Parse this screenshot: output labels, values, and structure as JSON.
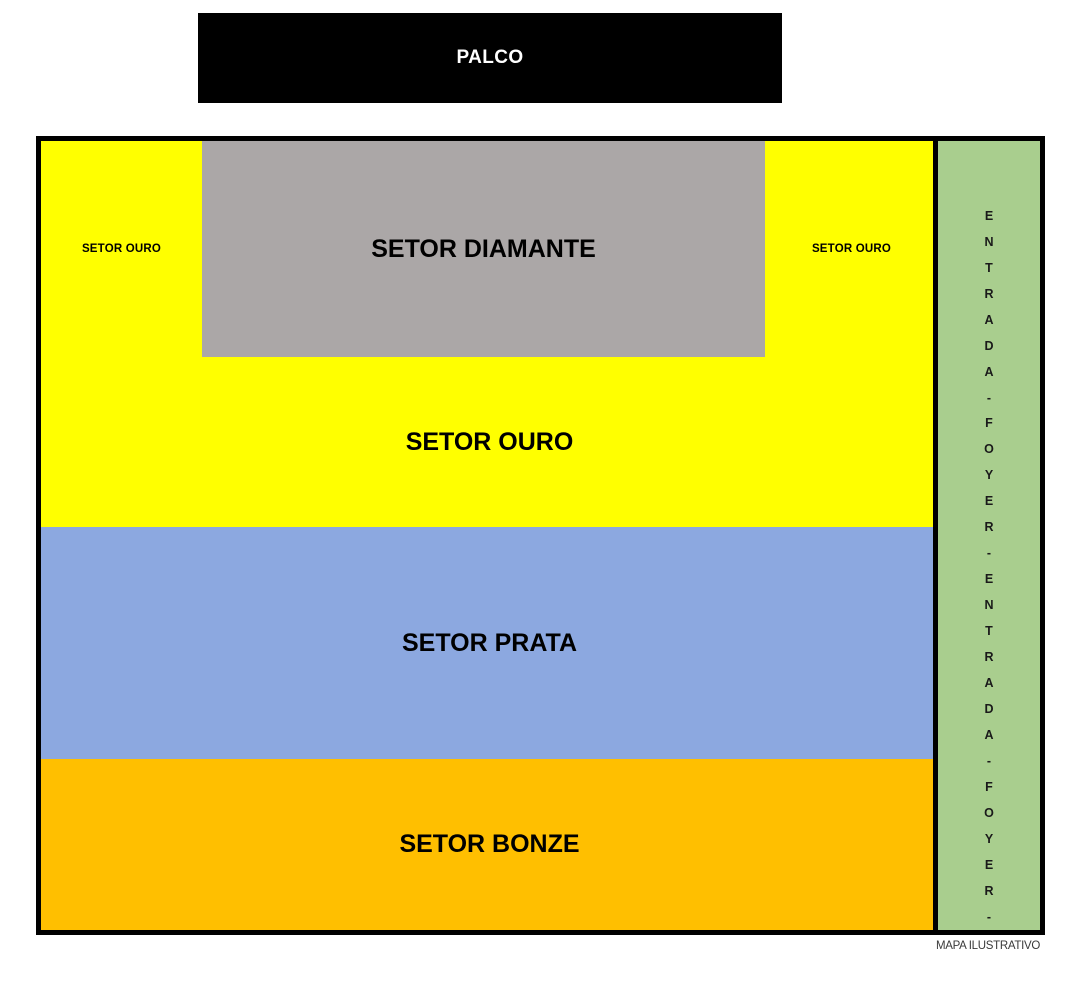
{
  "map": {
    "stage": {
      "label": "PALCO"
    },
    "footnote": "MAPA ILUSTRATIVO",
    "sectors": {
      "diamond": {
        "label": "SETOR DIAMANTE",
        "color": "#aba7a7"
      },
      "gold_left": {
        "label": "SETOR OURO",
        "color": "#ffff00"
      },
      "gold_right": {
        "label": "SETOR OURO",
        "color": "#ffff00"
      },
      "gold_main": {
        "label": "SETOR OURO",
        "color": "#ffff00"
      },
      "silver": {
        "label": "SETOR PRATA",
        "color": "#8ca8e0"
      },
      "bronze": {
        "label": "SETOR BONZE",
        "color": "#ffbf00"
      }
    },
    "foyer": {
      "color": "#a9ce8e",
      "text": "ENTRADA - FOYER - ENTRADA - FOYER -",
      "letters": [
        "E",
        "N",
        "T",
        "R",
        "A",
        "D",
        "A",
        "-",
        "F",
        "O",
        "Y",
        "E",
        "R",
        "-",
        "E",
        "N",
        "T",
        "R",
        "A",
        "D",
        "A",
        "-",
        "F",
        "O",
        "Y",
        "E",
        "R",
        "-"
      ]
    },
    "colors": {
      "stage_background": "#000000",
      "stage_text": "#ffffff",
      "border": "#000000",
      "page_background": "#ffffff"
    }
  }
}
